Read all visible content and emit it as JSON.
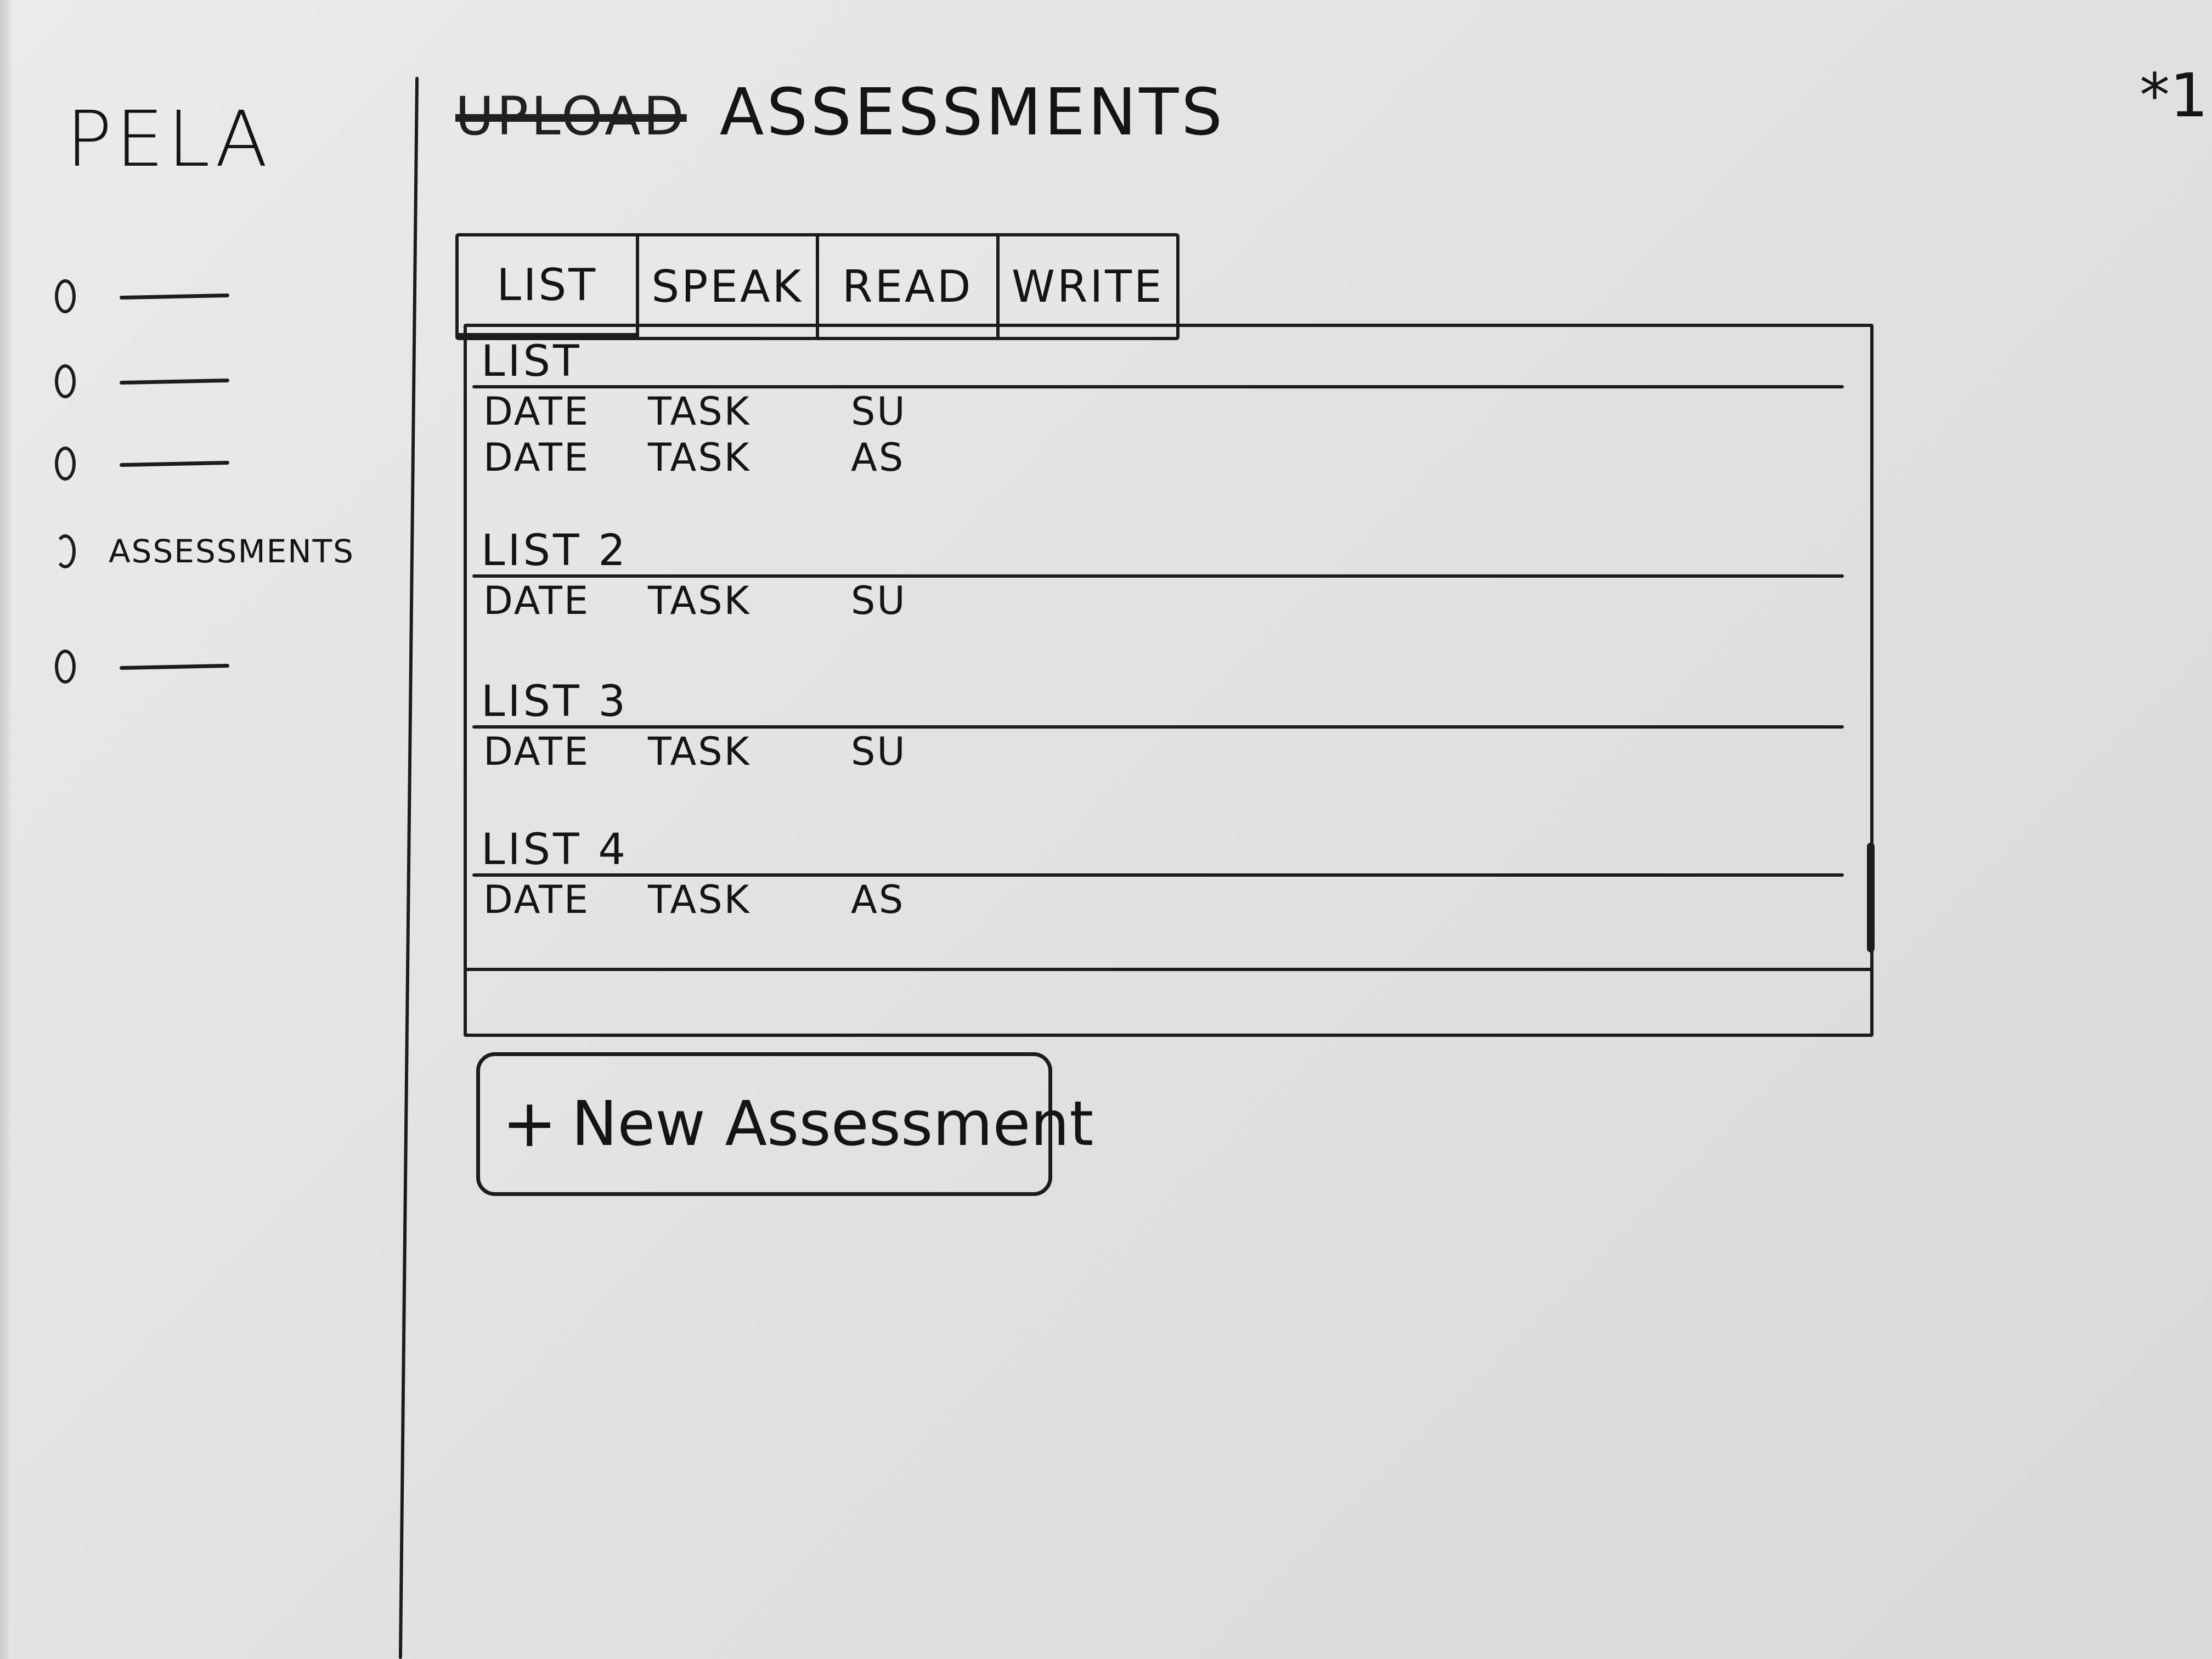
{
  "app": {
    "logo": "PELA",
    "corner_mark": "*1"
  },
  "sidebar": {
    "items": [
      {
        "label": "",
        "bullet_icon": "circle-bullet-icon"
      },
      {
        "label": "",
        "bullet_icon": "circle-bullet-icon"
      },
      {
        "label": "",
        "bullet_icon": "circle-bullet-icon"
      },
      {
        "label": "ASSESSMENTS",
        "bullet_icon": "circle-bullet-icon",
        "active": true
      },
      {
        "label": "",
        "bullet_icon": "circle-bullet-icon"
      }
    ]
  },
  "header": {
    "struck_word": "UPLOAD",
    "title": "ASSESSMENTS"
  },
  "tabs": [
    {
      "label": "LIST",
      "active": true
    },
    {
      "label": "SPEAK",
      "active": false
    },
    {
      "label": "READ",
      "active": false
    },
    {
      "label": "WRITE",
      "active": false
    }
  ],
  "groups": [
    {
      "title": "LIST",
      "rows": [
        {
          "date": "DATE",
          "task": "TASK",
          "status": "SU"
        },
        {
          "date": "DATE",
          "task": "TASK",
          "status": "AS"
        }
      ]
    },
    {
      "title": "LIST 2",
      "rows": [
        {
          "date": "DATE",
          "task": "TASK",
          "status": "SU"
        }
      ]
    },
    {
      "title": "LIST 3",
      "rows": [
        {
          "date": "DATE",
          "task": "TASK",
          "status": "SU"
        }
      ]
    },
    {
      "title": "LIST 4",
      "rows": [
        {
          "date": "DATE",
          "task": "TASK",
          "status": "AS"
        }
      ]
    }
  ],
  "actions": {
    "new_assessment_label": "New Assessment",
    "new_assessment_icon": "plus-icon"
  }
}
